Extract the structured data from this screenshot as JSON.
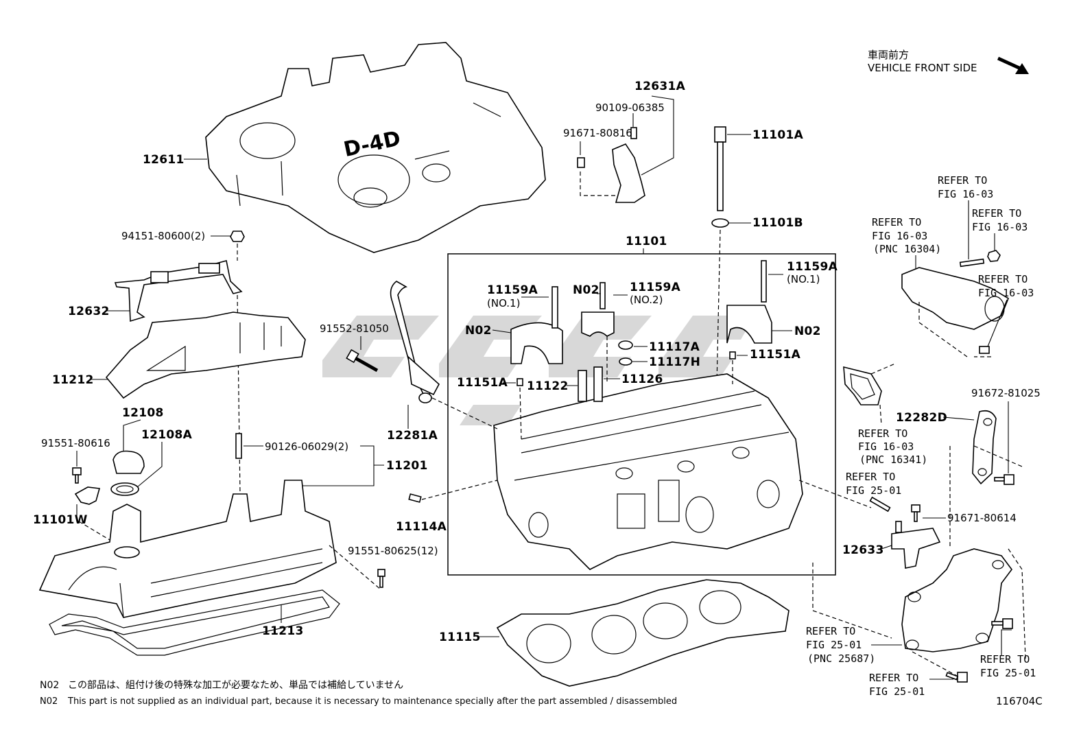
{
  "diagram_id": "116704C",
  "orientation": {
    "label_jp": "車両前方",
    "label_en": "VEHICLE FRONT SIDE"
  },
  "cover_logo_text": "D-4D",
  "parts": {
    "p12611": "12611",
    "p12631A": "12631A",
    "p90109": "90109-06385",
    "p91671a": "91671-80816",
    "p11101A": "11101A",
    "p11101B": "11101B",
    "p94151": "94151-80600(2)",
    "p11101": "11101",
    "p12632": "12632",
    "p11212": "11212",
    "p91552": "91552-81050",
    "p12108": "12108",
    "p12108A": "12108A",
    "p91551a": "91551-80616",
    "p90126": "90126-06029(2)",
    "p11201": "11201",
    "p11101W": "11101W",
    "p12281A": "12281A",
    "p11114A": "11114A",
    "p91551b": "91551-80625(12)",
    "p11213": "11213",
    "p11115": "11115",
    "p11159A_l": "11159A",
    "p11159A_l_sub": "(NO.1)",
    "pN02_l": "N02",
    "pN02_m": "N02",
    "p11159A_m": "11159A",
    "p11159A_m_sub": "(NO.2)",
    "p11159A_r": "11159A",
    "p11159A_r_sub": "(NO.1)",
    "pN02_r": "N02",
    "p11117A": "11117A",
    "p11117H": "11117H",
    "p11151A_l": "11151A",
    "p11151A_r": "11151A",
    "p11122": "11122",
    "p11126": "11126",
    "p12282D": "12282D",
    "p91672": "91672-81025",
    "p91671b": "91671-80614",
    "p12633": "12633"
  },
  "refer_notes": {
    "r1_line1": "REFER TO",
    "r1_line2": "FIG 16-03",
    "r2_line1": "REFER TO",
    "r2_line2": "FIG 16-03",
    "r2_line3": "(PNC 16304)",
    "r3_line1": "REFER TO",
    "r3_line2": "FIG 16-03",
    "r4_line1": "REFER TO",
    "r4_line2": "FIG 16-03",
    "r5_line1": "REFER TO",
    "r5_line2": "FIG 16-03",
    "r5_line3": "(PNC 16341)",
    "r6_line1": "REFER TO",
    "r6_line2": "FIG 25-01",
    "r7_line1": "REFER TO",
    "r7_line2": "FIG 25-01",
    "r7_line3": "(PNC 25687)",
    "r8_line1": "REFER TO",
    "r8_line2": "FIG 25-01",
    "r9_line1": "REFER TO",
    "r9_line2": "FIG 25-01"
  },
  "footnotes": {
    "jp_code": "N02",
    "jp_text": "この部品は、組付け後の特殊な加工が必要なため、単品では補給していません",
    "en_code": "N02",
    "en_text": "This part is not supplied as an individual part, because it is necessary to maintenance specially after the part assembled / disassembled"
  }
}
